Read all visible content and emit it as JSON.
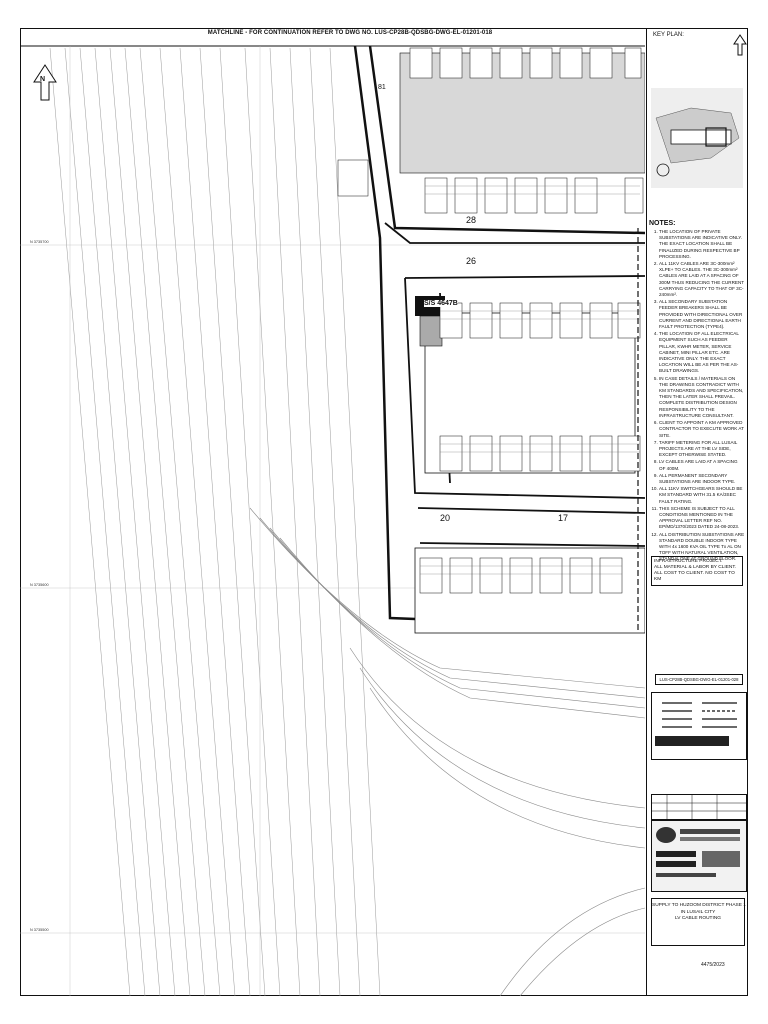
{
  "drawing": {
    "matchline_text": "MATCHLINE - FOR CONTINUATION REFER TO DWG NO. LUS-CP28B-QDSBG-DWG-EL-01201-018",
    "north_label": "N",
    "substation_label": "S/S 4647B",
    "plot_numbers": [
      "28",
      "26",
      "20",
      "17",
      "81"
    ],
    "grid_labels": [
      "N 3735700",
      "N 3735600",
      "N 3735500"
    ]
  },
  "sidebar": {
    "keyplan_label": "KEY PLAN:",
    "notes_title": "NOTES:",
    "notes": [
      "THE LOCATION OF PRIVATE SUBSTATIONS ARE INDICATIVE ONLY. THE EXACT LOCATION SHALL BE FINALIZED DURING RESPECTIVE BP PROCESSING.",
      "ALL 11KV CABLES ARE 3C-300mm² XLPE+ TO CABLES. THE 3C-300mm² CABLES ARE LAID AT A SPACING OF 300M THUS REDUCING THE CURRENT CARRYING CAPACITY TO THAT OF 3C-240mm².",
      "ALL SECONDARY SUBSTATION FEEDER BREAKERS SHALL BE PROVIDED WITH DIRECTIONAL OVER CURRENT AND DIRECTIONAL EARTH FAULT PROTECTION (TYPE4).",
      "THE LOCATION OF ALL ELECTRICAL EQUIPMENT SUCH AS FEEDER PILLAR, KWHR METER, SERVICE CABINET, MINI PILLAR ETC. ARE INDICATIVE ONLY. THE EXACT LOCATION WILL BE AS PER THE AS-BUILT DRAWINGS.",
      "IN CASE DETAILS / MATERIALS ON THE DRAWINGS CONTRADICT WITH KM STANDARDS AND SPECIFICATION, THEN THE LATER SHALL PREVAIL. COMPLETE DISTRIBUTION DESIGN RESPONSIBILITY TO THE INFRASTRUCTURE CONSULTANT.",
      "CLIENT TO APPOINT A KM APPROVED CONTRACTOR TO EXECUTE WORK AT SITE.",
      "TARIFF METERING FOR ALL LUSAIL PROJECTS ARE AT THE LV SIDE, EXCEPT OTHERWISE STATED.",
      "LV CABLES ARE LAID AT A SPACING OF 400M.",
      "ALL PERMANENT SECONDARY SUBSTATIONS ARE INDOOR TYPE.",
      "ALL 11KV SWITCHGEARS SHOULD BE KM STANDARD WITH 31.5 KA/3SEC FAULT RATING.",
      "THIS SCHEME IS SUBJECT TO ALL CONDITIONS MENTIONED IN THE APPROVAL LETTER REF NO. EP/MD/1370/2023 DATED 24-08-2023.",
      "ALL DISTRIBUTION SUBSTATIONS ARE STANDARD DOUBLE INDOOR TYPE WITH 4x 1600 KVA OIL TYPE Tx AL ON TOFF WITH NATURAL VENTILATION, STANDALONE AT GROUND FLOOR."
    ],
    "infra_title": "INFRASTRUCTURE PROJECT:",
    "infra_lines": [
      "ALL MATERIAL & LABOR BY CLIENT.",
      "ALL COST TO CLIENT. NO COST TO KM"
    ],
    "drawing_number": "LUS-CP28B-QDSBG-DWG-EL-01201-028",
    "title_lines": [
      "SUPPLY TO HUZOOM DISTRICT PHASE 1",
      "IN LUSAIL CITY",
      "LV CABLE ROUTING"
    ],
    "sheet_number": "4475/2023"
  },
  "colors": {
    "line": "#111111",
    "thin": "#888888",
    "shade": "#d8d8d8"
  }
}
